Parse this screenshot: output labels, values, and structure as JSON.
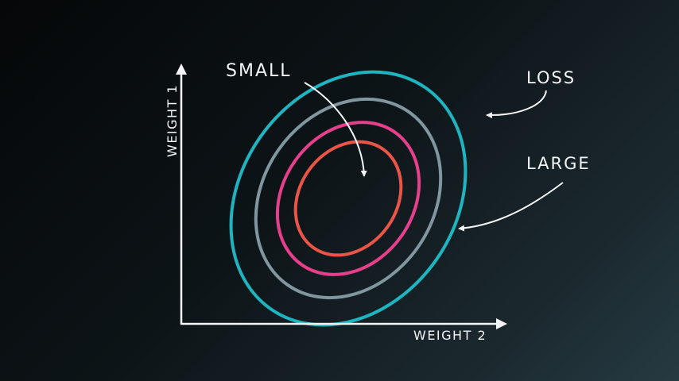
{
  "labels": {
    "small": "SMALL",
    "loss": "LOSS",
    "large": "LARGE",
    "weight1": "WEIGHT 1",
    "weight2": "WEIGHT 2"
  },
  "colors": {
    "axis": "#f2f4f5",
    "contour_outer": "#1fb5c0",
    "contour_second": "#8096a0",
    "contour_third": "#e83f8c",
    "contour_inner": "#ea5547"
  }
}
